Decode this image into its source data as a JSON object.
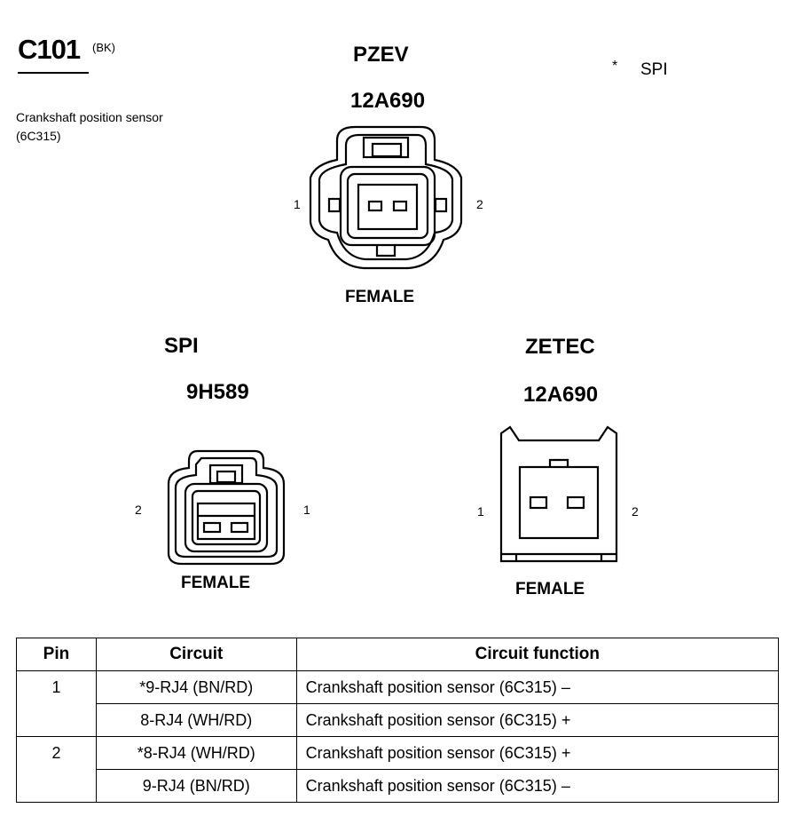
{
  "connector": {
    "id": "C101",
    "color": "(BK)",
    "description": "Crankshaft position sensor (6C315)"
  },
  "footnote": {
    "marker": "*",
    "text": "SPI"
  },
  "views": [
    {
      "heading": "PZEV",
      "part_number": "12A690",
      "gender": "FEMALE",
      "pin_left": "1",
      "pin_right": "2"
    },
    {
      "heading": "SPI",
      "part_number": "9H589",
      "gender": "FEMALE",
      "pin_left": "2",
      "pin_right": "1"
    },
    {
      "heading": "ZETEC",
      "part_number": "12A690",
      "gender": "FEMALE",
      "pin_left": "1",
      "pin_right": "2"
    }
  ],
  "table": {
    "headers": {
      "pin": "Pin",
      "circuit": "Circuit",
      "function": "Circuit function"
    },
    "rows": [
      {
        "pin": "1",
        "circuit": "*9-RJ4 (BN/RD)",
        "function": "Crankshaft position sensor (6C315) –"
      },
      {
        "pin": "",
        "circuit": "8-RJ4 (WH/RD)",
        "function": "Crankshaft position sensor (6C315) +"
      },
      {
        "pin": "2",
        "circuit": "*8-RJ4 (WH/RD)",
        "function": "Crankshaft position sensor (6C315) +"
      },
      {
        "pin": "",
        "circuit": "9-RJ4 (BN/RD)",
        "function": "Crankshaft position sensor (6C315) –"
      }
    ]
  }
}
